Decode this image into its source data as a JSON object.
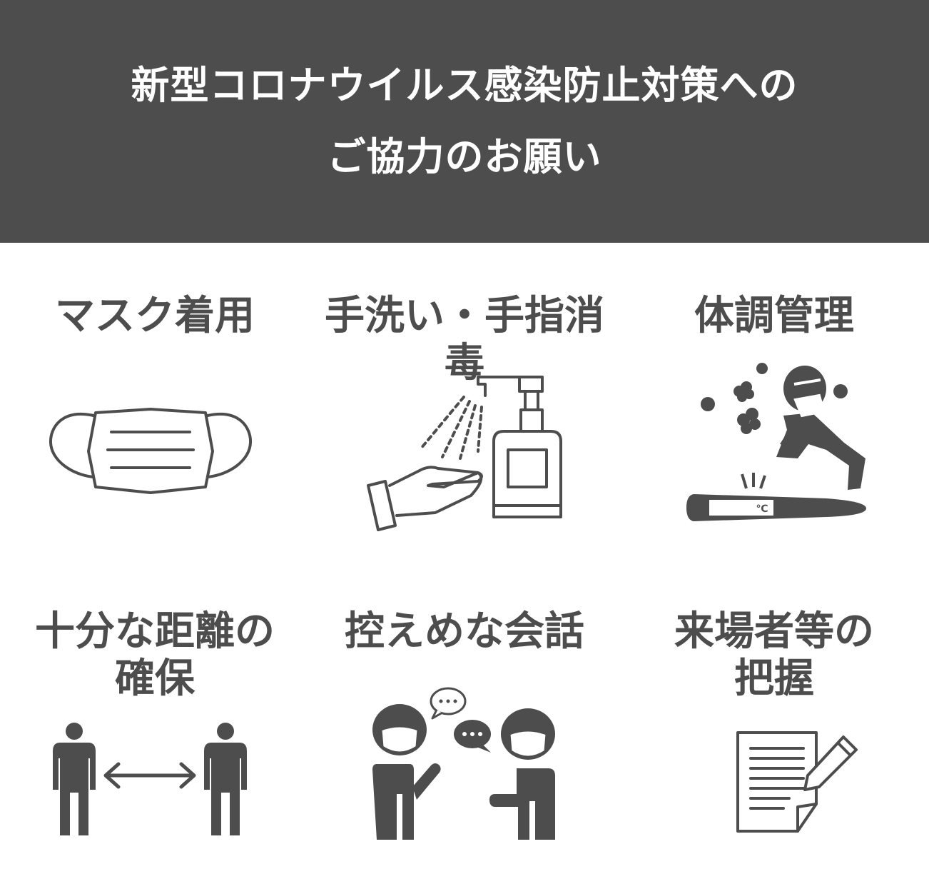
{
  "header": {
    "title_line1": "新型コロナウイルス感染防止対策への",
    "title_line2": "ご協力のお願い"
  },
  "items": [
    {
      "label_line1": "マスク着用",
      "label_line2": "",
      "icon": "face-mask-icon"
    },
    {
      "label_line1": "手洗い・手指消毒",
      "label_line2": "",
      "icon": "hand-sanitizer-icon"
    },
    {
      "label_line1": "体調管理",
      "label_line2": "",
      "icon": "sick-person-thermometer-icon",
      "thermometer_unit": "℃"
    },
    {
      "label_line1": "十分な距離の",
      "label_line2": "確保",
      "icon": "social-distance-icon"
    },
    {
      "label_line1": "控えめな会話",
      "label_line2": "",
      "icon": "quiet-conversation-icon"
    },
    {
      "label_line1": "来場者等の",
      "label_line2": "把握",
      "icon": "visitor-registration-icon"
    }
  ],
  "colors": {
    "primary": "#4d4d4d",
    "background": "#ffffff"
  }
}
